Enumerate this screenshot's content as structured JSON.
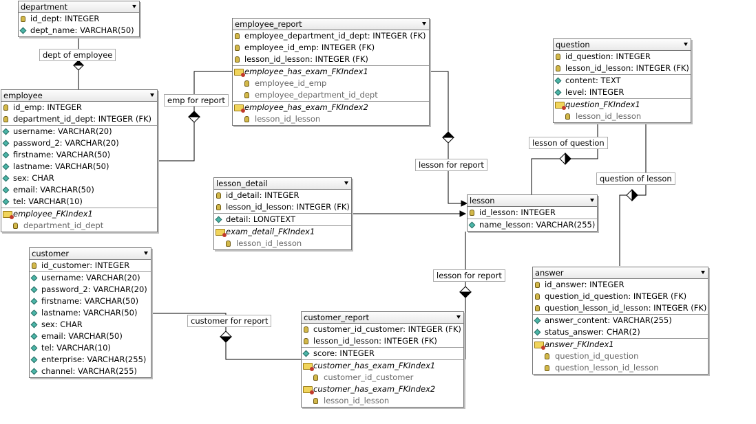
{
  "tables": {
    "department": {
      "title": "department",
      "rows": [
        {
          "icon": "key-icon",
          "text": "id_dept: INTEGER"
        },
        {
          "icon": "column-icon",
          "text": "dept_name: VARCHAR(50)"
        }
      ]
    },
    "employee_report": {
      "title": "employee_report",
      "rows": [
        {
          "icon": "key-icon",
          "text": "employee_department_id_dept: INTEGER (FK)"
        },
        {
          "icon": "key-icon",
          "text": "employee_id_emp: INTEGER (FK)"
        },
        {
          "icon": "key-icon",
          "text": "lesson_id_lesson: INTEGER (FK)"
        },
        {
          "icon": "index-icon",
          "text": "employee_has_exam_FKIndex1"
        },
        {
          "icon": "key-icon",
          "text": "employee_id_emp"
        },
        {
          "icon": "key-icon",
          "text": "employee_department_id_dept"
        },
        {
          "icon": "index-icon",
          "text": "employee_has_exam_FKIndex2"
        },
        {
          "icon": "key-icon",
          "text": "lesson_id_lesson"
        }
      ]
    },
    "question": {
      "title": "question",
      "rows": [
        {
          "icon": "key-icon",
          "text": "id_question: INTEGER"
        },
        {
          "icon": "key-icon",
          "text": "lesson_id_lesson: INTEGER (FK)"
        },
        {
          "icon": "column-icon",
          "text": "content: TEXT"
        },
        {
          "icon": "column-icon",
          "text": "level: INTEGER"
        },
        {
          "icon": "index-icon",
          "text": "question_FKIndex1"
        },
        {
          "icon": "key-icon",
          "text": "lesson_id_lesson"
        }
      ]
    },
    "employee": {
      "title": "employee",
      "rows": [
        {
          "icon": "key-icon",
          "text": "id_emp: INTEGER"
        },
        {
          "icon": "key-icon",
          "text": "department_id_dept: INTEGER (FK)"
        },
        {
          "icon": "column-icon",
          "text": "username: VARCHAR(20)"
        },
        {
          "icon": "column-icon",
          "text": "password_2: VARCHAR(20)"
        },
        {
          "icon": "column-icon",
          "text": "firstname: VARCHAR(50)"
        },
        {
          "icon": "column-icon",
          "text": "lastname: VARCHAR(50)"
        },
        {
          "icon": "column-icon",
          "text": "sex: CHAR"
        },
        {
          "icon": "column-icon",
          "text": "email: VARCHAR(50)"
        },
        {
          "icon": "column-icon",
          "text": "tel: VARCHAR(10)"
        },
        {
          "icon": "index-icon",
          "text": "employee_FKIndex1"
        },
        {
          "icon": "key-icon",
          "text": "department_id_dept"
        }
      ]
    },
    "lesson_detail": {
      "title": "lesson_detail",
      "rows": [
        {
          "icon": "key-icon",
          "text": "id_detail: INTEGER"
        },
        {
          "icon": "key-icon",
          "text": "lesson_id_lesson: INTEGER (FK)"
        },
        {
          "icon": "column-icon",
          "text": "detail: LONGTEXT"
        },
        {
          "icon": "index-icon",
          "text": "exam_detail_FKIndex1"
        },
        {
          "icon": "key-icon",
          "text": "lesson_id_lesson"
        }
      ]
    },
    "lesson": {
      "title": "lesson",
      "rows": [
        {
          "icon": "key-icon",
          "text": "id_lesson: INTEGER"
        },
        {
          "icon": "column-icon",
          "text": "name_lesson: VARCHAR(255)"
        }
      ]
    },
    "customer": {
      "title": "customer",
      "rows": [
        {
          "icon": "key-icon",
          "text": "id_customer: INTEGER"
        },
        {
          "icon": "column-icon",
          "text": "username: VARCHAR(20)"
        },
        {
          "icon": "column-icon",
          "text": "password_2: VARCHAR(20)"
        },
        {
          "icon": "column-icon",
          "text": "firstname: VARCHAR(50)"
        },
        {
          "icon": "column-icon",
          "text": "lastname: VARCHAR(50)"
        },
        {
          "icon": "column-icon",
          "text": "sex: CHAR"
        },
        {
          "icon": "column-icon",
          "text": "email: VARCHAR(50)"
        },
        {
          "icon": "column-icon",
          "text": "tel: VARCHAR(10)"
        },
        {
          "icon": "column-icon",
          "text": "enterprise: VARCHAR(255)"
        },
        {
          "icon": "column-icon",
          "text": "channel: VARCHAR(255)"
        }
      ]
    },
    "customer_report": {
      "title": "customer_report",
      "rows": [
        {
          "icon": "key-icon",
          "text": "customer_id_customer: INTEGER (FK)"
        },
        {
          "icon": "key-icon",
          "text": "lesson_id_lesson: INTEGER (FK)"
        },
        {
          "icon": "column-icon",
          "text": "score: INTEGER"
        },
        {
          "icon": "index-icon",
          "text": "customer_has_exam_FKIndex1"
        },
        {
          "icon": "key-icon",
          "text": "customer_id_customer"
        },
        {
          "icon": "index-icon",
          "text": "customer_has_exam_FKIndex2"
        },
        {
          "icon": "key-icon",
          "text": "lesson_id_lesson"
        }
      ]
    },
    "answer": {
      "title": "answer",
      "rows": [
        {
          "icon": "key-icon",
          "text": "id_answer: INTEGER"
        },
        {
          "icon": "key-icon",
          "text": "question_id_question: INTEGER (FK)"
        },
        {
          "icon": "key-icon",
          "text": "question_lesson_id_lesson: INTEGER (FK)"
        },
        {
          "icon": "column-icon",
          "text": "answer_content: VARCHAR(255)"
        },
        {
          "icon": "column-icon",
          "text": "status_answer: CHAR(2)"
        },
        {
          "icon": "index-icon",
          "text": "answer_FKIndex1"
        },
        {
          "icon": "key-icon",
          "text": "question_id_question"
        },
        {
          "icon": "key-icon",
          "text": "question_lesson_id_lesson"
        }
      ]
    }
  },
  "relations": {
    "dept_of_employee": "dept of employee",
    "emp_for_report": "emp for report",
    "lesson_for_report_1": "lesson for report",
    "lesson_of_question": "lesson of question",
    "question_of_lesson": "question of lesson",
    "lesson_for_report_2": "lesson for report",
    "customer_for_report": "customer for report"
  }
}
